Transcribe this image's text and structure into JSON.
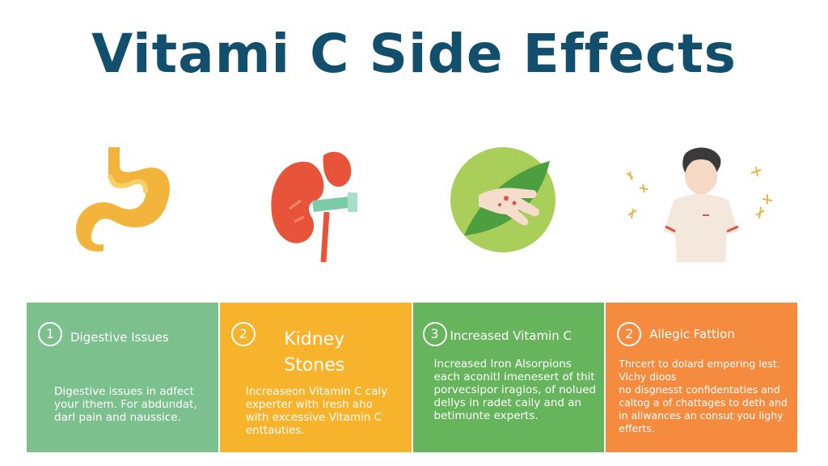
{
  "title": "Vitami C Side Effects",
  "colors": {
    "title": "#124f6d",
    "panel_1": "#7cc08e",
    "panel_2": "#f7b32b",
    "panel_3": "#66b45b",
    "panel_4": "#f58b3f"
  },
  "icons": [
    "stomach-icon",
    "kidney-icon",
    "hand-rash-icon",
    "person-itching-icon"
  ],
  "panels": [
    {
      "number": "1",
      "title": "Digestive Issues",
      "lines": [
        "Digestive issues in adfect",
        "your ithem. For abdundat,",
        "darl pain and naussice."
      ]
    },
    {
      "number": "2",
      "title": "Kidney Stones",
      "lines": [
        "Increaseon Vitamin C caly",
        "experter with iresh aho",
        "with excessive Vitamin C",
        "enttauties."
      ]
    },
    {
      "number": "3",
      "title": "Increased Vitamin C",
      "lines": [
        "Increased Iron Alsorpions",
        "each aconitl imenesert of thit",
        "porvecsipor iragios, of nolued",
        "dellys in radet caily and an",
        "betimunte experts."
      ]
    },
    {
      "number": "2",
      "title": "Allegic Fattion",
      "lines": [
        "Thrcert to dolard empering lest.",
        "Vichy dioos",
        "no disgnesst confidentaties and",
        "caltog a of chattages to deth and",
        "in allwances an consut you lighy",
        "efferts."
      ]
    }
  ]
}
